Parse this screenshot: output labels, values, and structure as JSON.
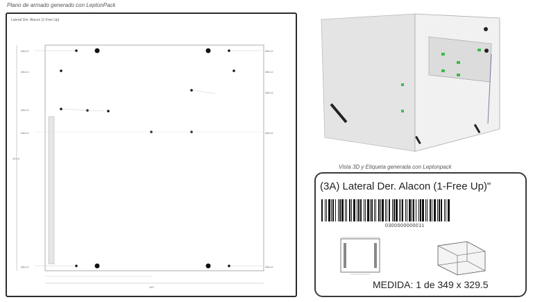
{
  "captions": {
    "left": "Plano de armado generado con LeptonPack",
    "right": "Vista 3D y Etiqueta generada con Leptonpack"
  },
  "label": {
    "piece": "(3A)   Lateral Der. Alacon (1-Free Up)\"",
    "barcode_number": "0300000000011",
    "measure": "MEDIDA: 1 de 349 x 329.5"
  },
  "plan": {
    "dim_bottom": "349",
    "dim_left": "329.5",
    "hole_label": "Ø8x12",
    "subtitle": "Lateral Der. Alacon (1-Free Up)"
  }
}
